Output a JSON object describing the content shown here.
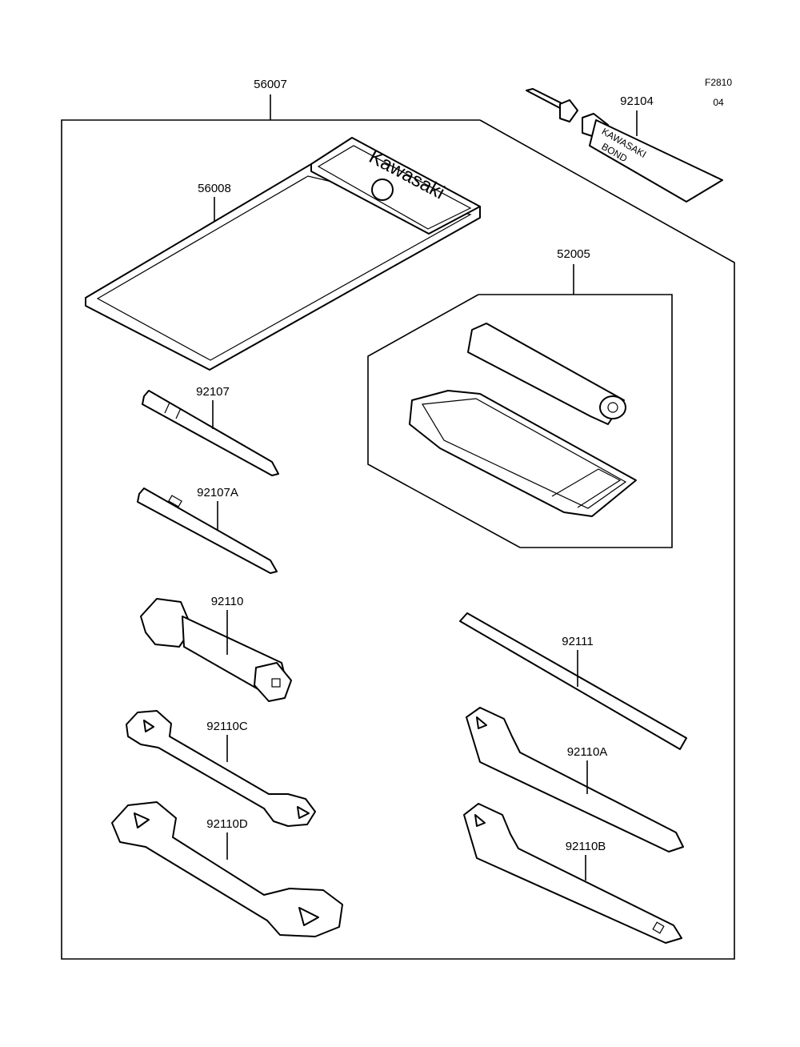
{
  "figure": {
    "code": "F2810",
    "rev": "04"
  },
  "pouch_brand": "Kawasaki",
  "bond_brand": "KAWASAKI",
  "bond_word": "BOND",
  "parts": [
    {
      "id": "56007"
    },
    {
      "id": "56008"
    },
    {
      "id": "92104"
    },
    {
      "id": "52005"
    },
    {
      "id": "92107"
    },
    {
      "id": "92107A"
    },
    {
      "id": "92110"
    },
    {
      "id": "92111"
    },
    {
      "id": "92110C"
    },
    {
      "id": "92110A"
    },
    {
      "id": "92110D"
    },
    {
      "id": "92110B"
    }
  ]
}
